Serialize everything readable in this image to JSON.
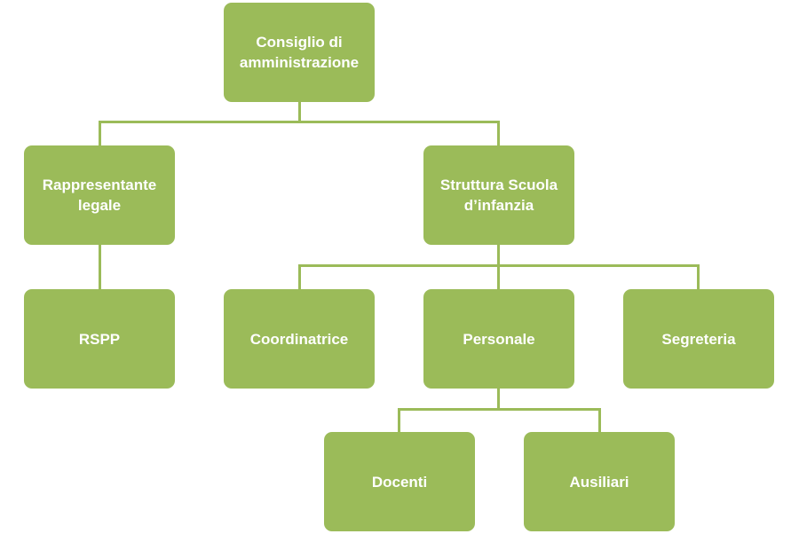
{
  "colors": {
    "box_fill": "#9bbb59",
    "connector": "#9bbb59",
    "label_text": "#ffffff",
    "background": "#ffffff"
  },
  "nodes": {
    "consiglio": "Consiglio di\namministrazione",
    "rappresentante": "Rappresentante\nlegale",
    "struttura": "Struttura Scuola\nd’infanzia",
    "rspp": "RSPP",
    "coordinatrice": "Coordinatrice",
    "personale": "Personale",
    "segreteria": "Segreteria",
    "docenti": "Docenti",
    "ausiliari": "Ausiliari"
  }
}
